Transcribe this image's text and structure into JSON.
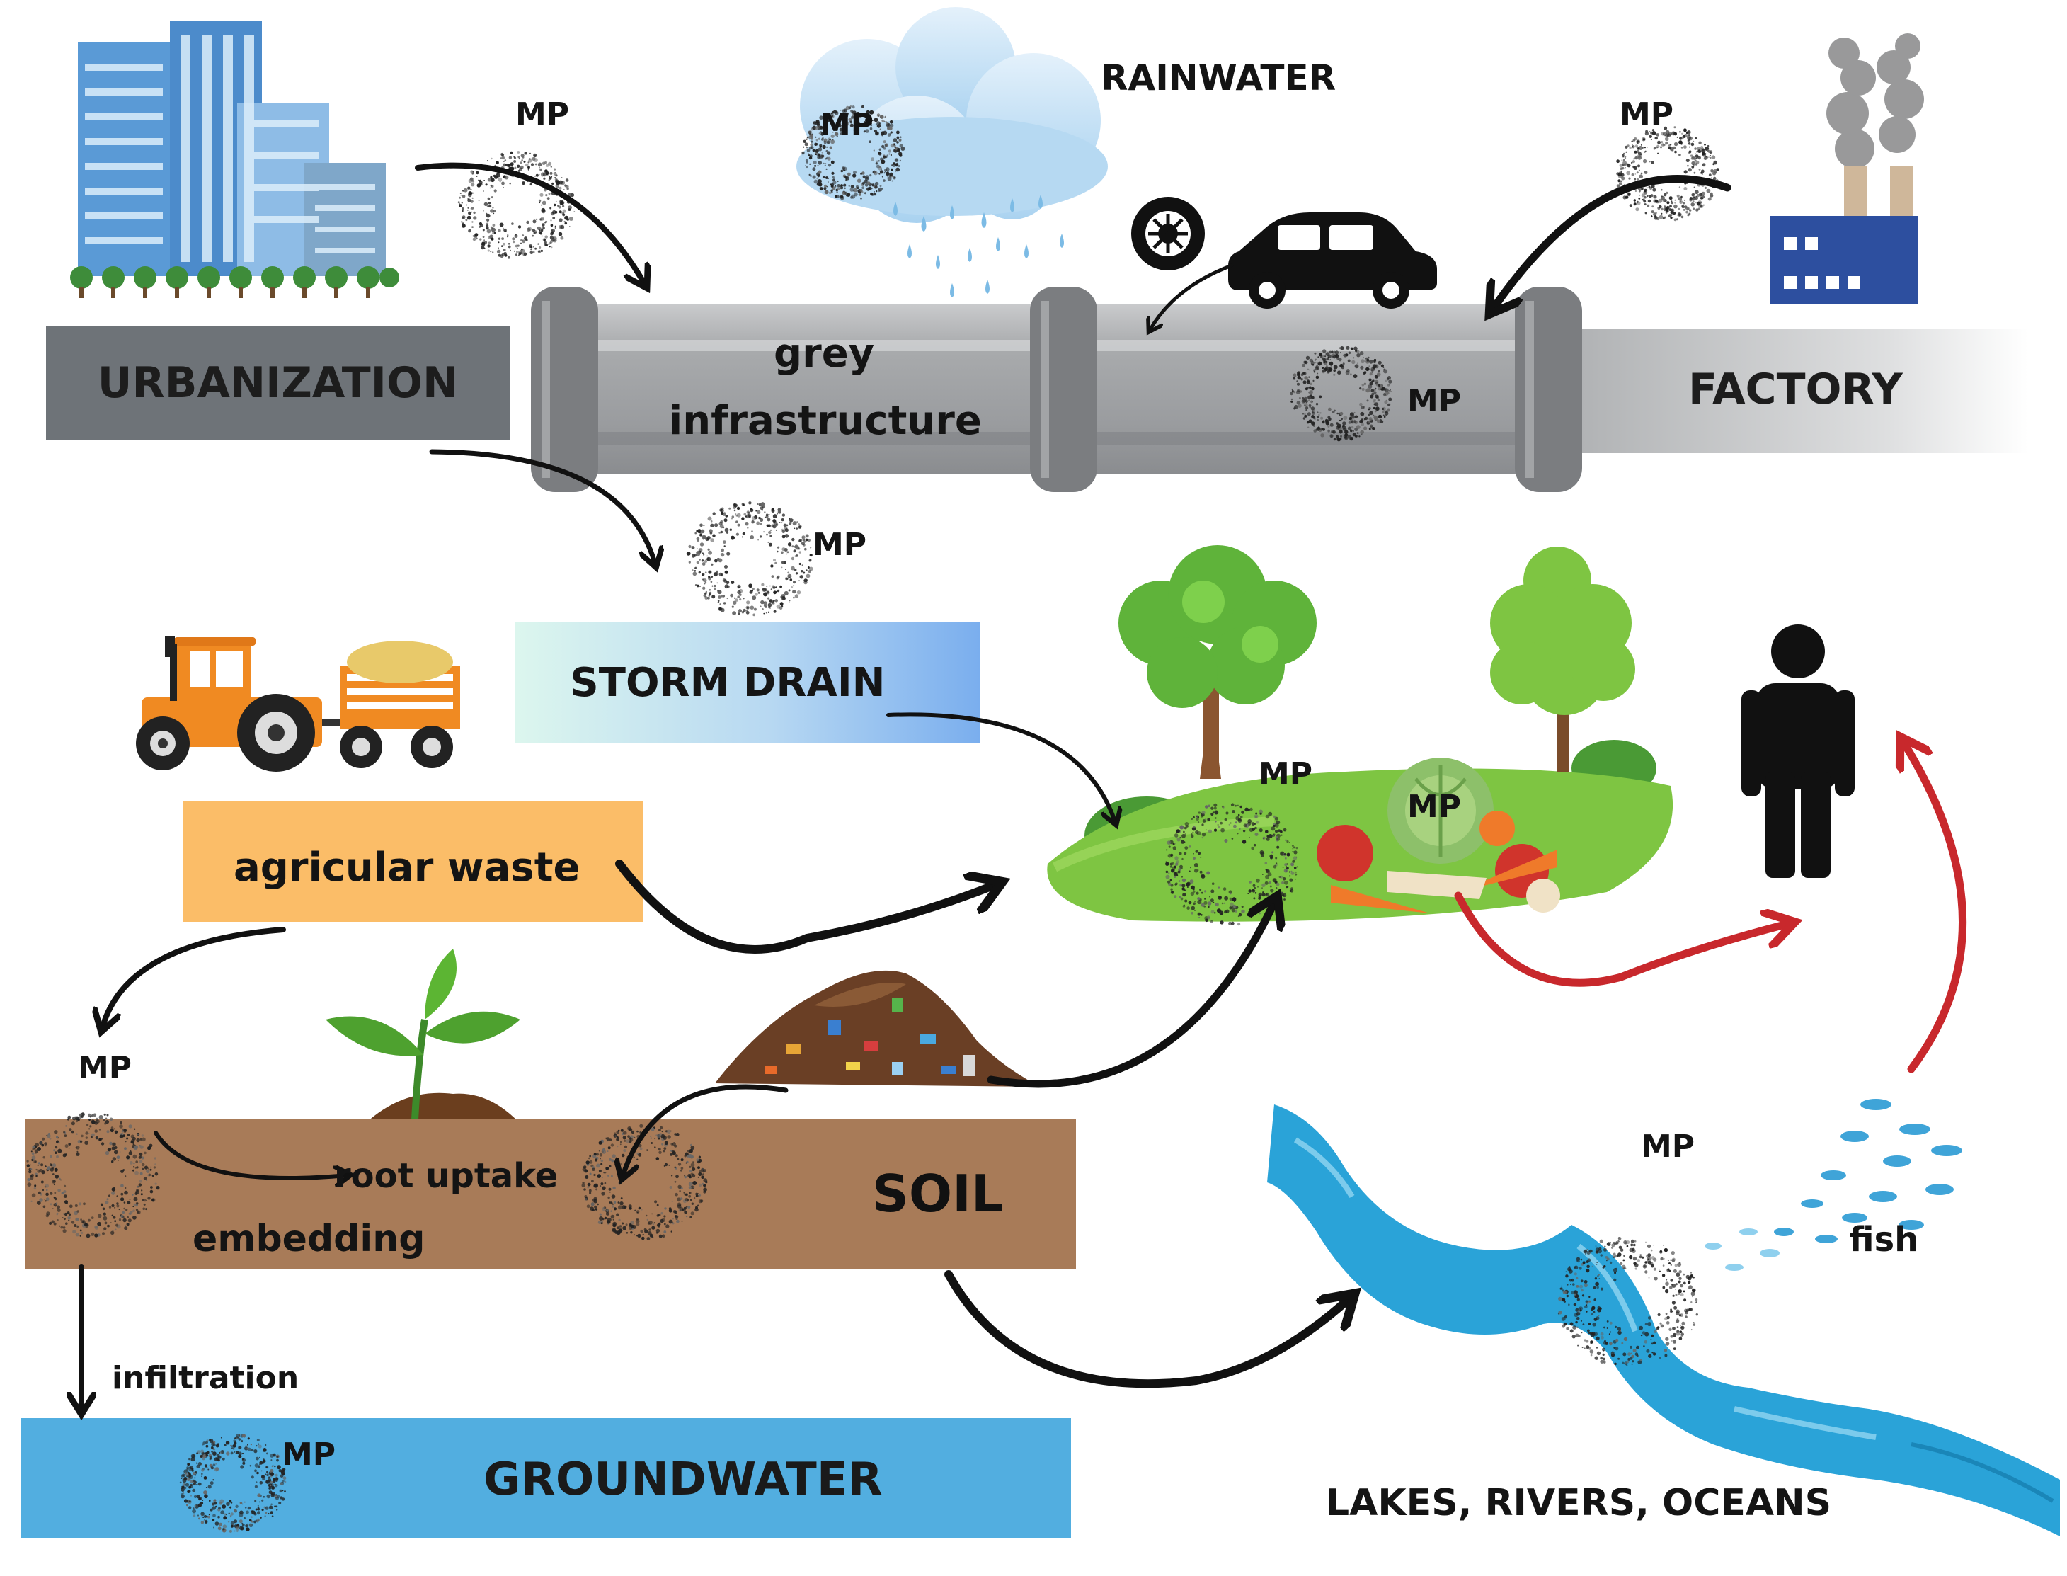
{
  "labels": {
    "urbanization": "URBANIZATION",
    "rainwater": "RAINWATER",
    "grey_infrastructure_line1": "grey",
    "grey_infrastructure_line2": "infrastructure",
    "factory": "FACTORY",
    "storm_drain": "STORM DRAIN",
    "agricultural_waste": "agricular waste",
    "soil": "SOIL",
    "root_uptake": "root uptake",
    "embedding": "embedding",
    "infiltration": "infiltration",
    "groundwater": "GROUNDWATER",
    "lakes_rivers_oceans": "LAKES, RIVERS, OCEANS",
    "fish": "fish"
  },
  "mp_label": "MP",
  "colors": {
    "urbanization_box": "#6e7378",
    "pipe": "#a4a6a8",
    "storm_drain_gradient": [
      "#d9f4ec",
      "#7eb1ee"
    ],
    "agri_box": "#fbbd68",
    "soil": "#a87b58",
    "groundwater": "#52aee0",
    "river": "#2aa3d8",
    "land": "#7ec542",
    "tree": "#79c843",
    "arrow_black": "#111111",
    "arrow_red": "#c8282c"
  }
}
